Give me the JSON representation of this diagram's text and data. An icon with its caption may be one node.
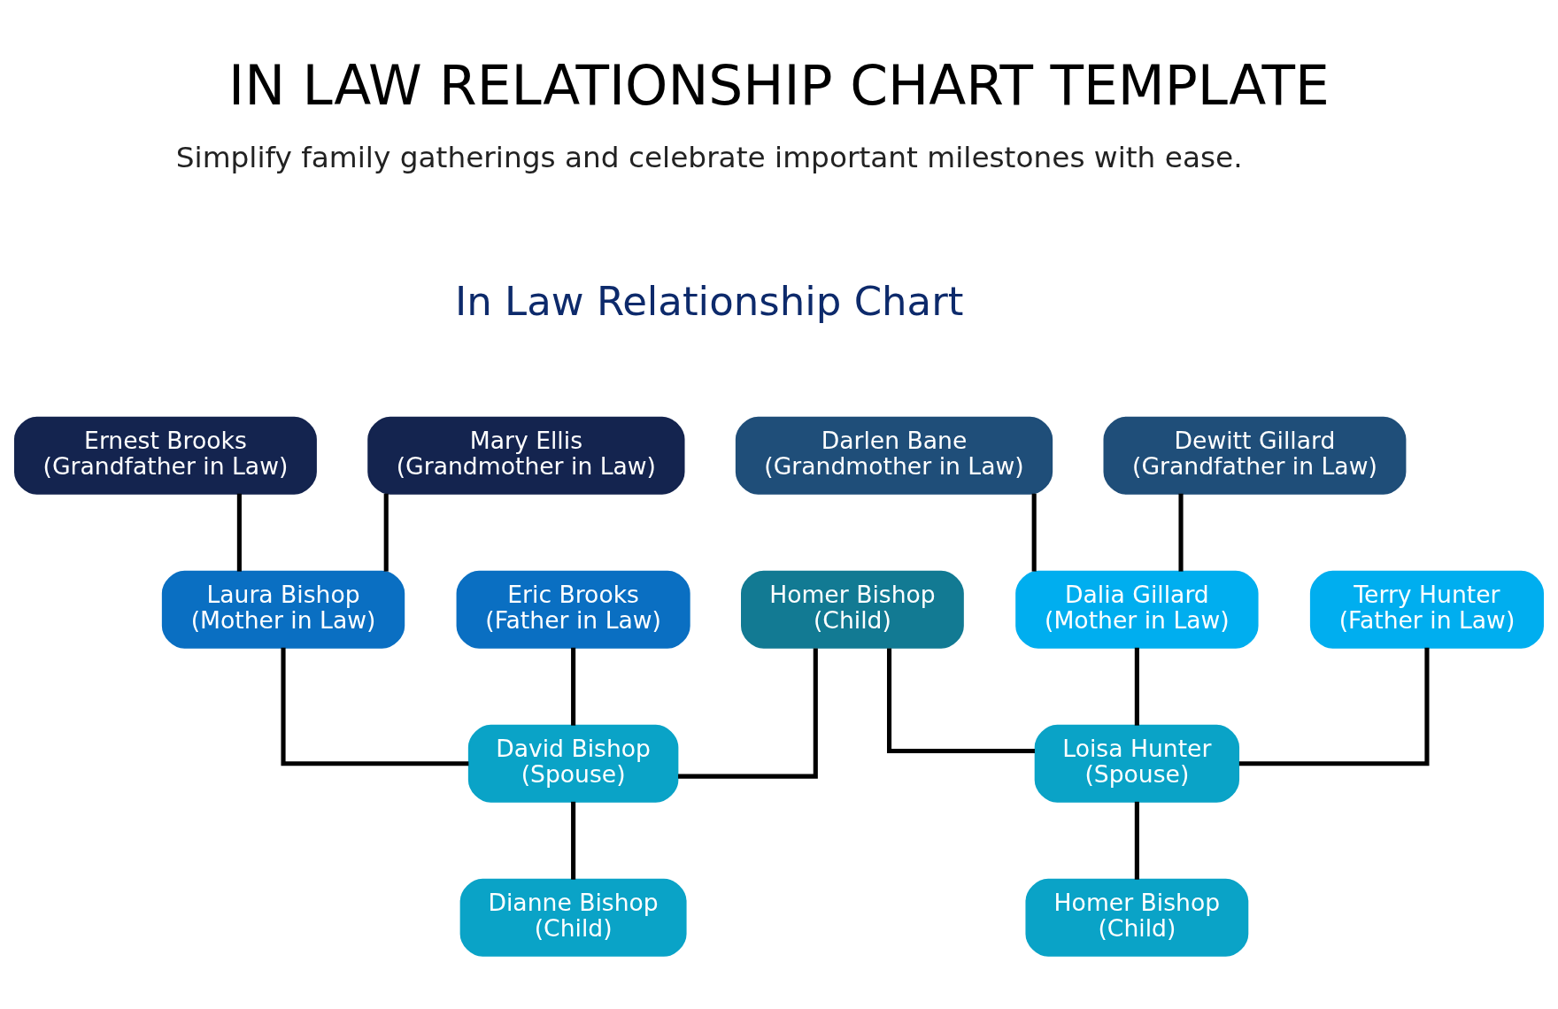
{
  "diagram": {
    "title": "IN LAW RELATIONSHIP CHART TEMPLATE",
    "nodes": [
      {
        "text": [
          "Ernest Brooks",
          "(Grandfather in Law)"
        ]
      },
      {
        "text": [
          "Mary Ellis",
          "(Grandmother in Law)"
        ]
      },
      {
        "text": [
          "Darlen Bane",
          "(Grandmother in Law)"
        ]
      },
      {
        "text": [
          "Dewitt Gillard",
          "(Grandfather in Law)"
        ]
      },
      {
        "text": [
          "Eric Brooks",
          "(Father in Law)"
        ]
      },
      {
        "text": [
          "Laura Bishop",
          "(Mother in Law)"
        ]
      },
      {
        "text": [
          "Dalia Gillard",
          "(Mother in Law)"
        ]
      },
      {
        "text": [
          "Terry Hunter",
          "(Father in Law)"
        ]
      },
      {
        "text": [
          "Homer Bishop",
          "(Child)"
        ]
      },
      {
        "text": [
          "David Bishop",
          "(Spouse)"
        ]
      },
      {
        "text": [
          "Loisa Hunter",
          "(Spouse)"
        ]
      },
      {
        "text": [
          "Dianne Bishop",
          "(Child)"
        ]
      },
      {
        "text": [
          "Homer Bishop",
          "(Child)"
        ]
      }
    ],
    "edges": [
      {
        "from": 0,
        "to": 5,
        "arrow": "none"
      },
      {
        "from": 1,
        "to": 5,
        "arrow": "none"
      },
      {
        "from": 2,
        "to": 6,
        "arrow": "none"
      },
      {
        "from": 3,
        "to": 6,
        "arrow": "none"
      },
      {
        "from": 4,
        "to": 9,
        "arrow": "none"
      },
      {
        "from": 5,
        "to": 9,
        "arrow": "none"
      },
      {
        "from": 6,
        "to": 10,
        "arrow": "none"
      },
      {
        "from": 7,
        "to": 10,
        "arrow": "none"
      },
      {
        "from": 8,
        "to": 9,
        "arrow": "none"
      },
      {
        "from": 8,
        "to": 10,
        "arrow": "none"
      },
      {
        "from": 9,
        "to": 11,
        "arrow": "none"
      },
      {
        "from": 10,
        "to": 12,
        "arrow": "none"
      }
    ],
    "labels": [
      "Simplify family gatherings and celebrate important milestones with ease.",
      "In Law Relationship Chart"
    ]
  }
}
